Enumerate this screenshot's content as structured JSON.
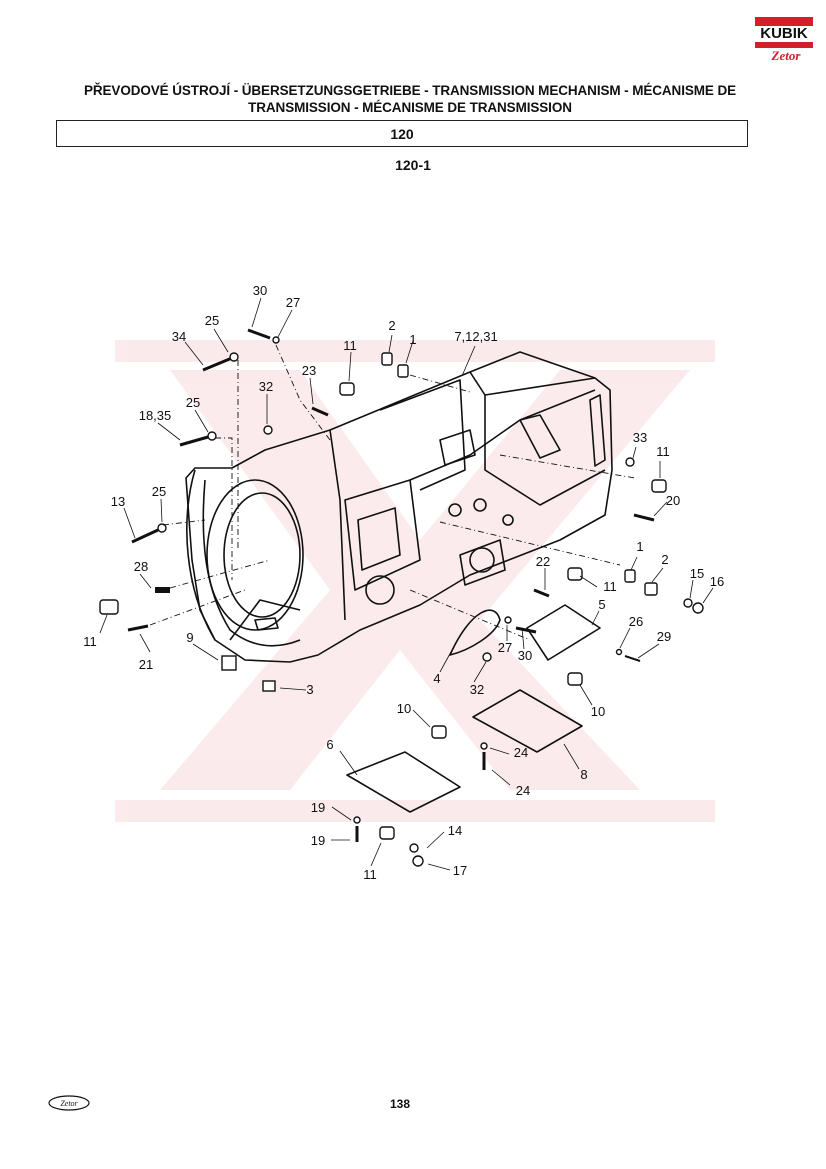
{
  "header": {
    "title_line1": "PŘEVODOVÉ ÚSTROJÍ - ÜBERSETZUNGSGETRIEBE - TRANSMISSION MECHANISM - MÉCANISME DE",
    "title_line2": "TRANSMISSION - MÉCANISME DE TRANSMISSION",
    "section": "120",
    "subsection": "120-1"
  },
  "logo": {
    "text_top": "KUBIK",
    "text_bottom": "Zetor",
    "color": "#d0202a"
  },
  "footer": {
    "page_number": "138",
    "logo_text": "Zetor"
  },
  "callouts": [
    {
      "label": "30"
    },
    {
      "label": "27"
    },
    {
      "label": "25"
    },
    {
      "label": "34"
    },
    {
      "label": "2"
    },
    {
      "label": "1"
    },
    {
      "label": "7,12,31"
    },
    {
      "label": "11"
    },
    {
      "label": "23"
    },
    {
      "label": "32"
    },
    {
      "label": "18,35"
    },
    {
      "label": "25"
    },
    {
      "label": "33"
    },
    {
      "label": "11"
    },
    {
      "label": "13"
    },
    {
      "label": "25"
    },
    {
      "label": "20"
    },
    {
      "label": "28"
    },
    {
      "label": "1"
    },
    {
      "label": "2"
    },
    {
      "label": "22"
    },
    {
      "label": "11"
    },
    {
      "label": "15"
    },
    {
      "label": "16"
    },
    {
      "label": "5"
    },
    {
      "label": "11"
    },
    {
      "label": "21"
    },
    {
      "label": "9"
    },
    {
      "label": "27"
    },
    {
      "label": "30"
    },
    {
      "label": "26"
    },
    {
      "label": "29"
    },
    {
      "label": "4"
    },
    {
      "label": "3"
    },
    {
      "label": "32"
    },
    {
      "label": "10"
    },
    {
      "label": "10"
    },
    {
      "label": "6"
    },
    {
      "label": "24"
    },
    {
      "label": "8"
    },
    {
      "label": "19"
    },
    {
      "label": "24"
    },
    {
      "label": "14"
    },
    {
      "label": "19"
    },
    {
      "label": "11"
    },
    {
      "label": "17"
    }
  ]
}
